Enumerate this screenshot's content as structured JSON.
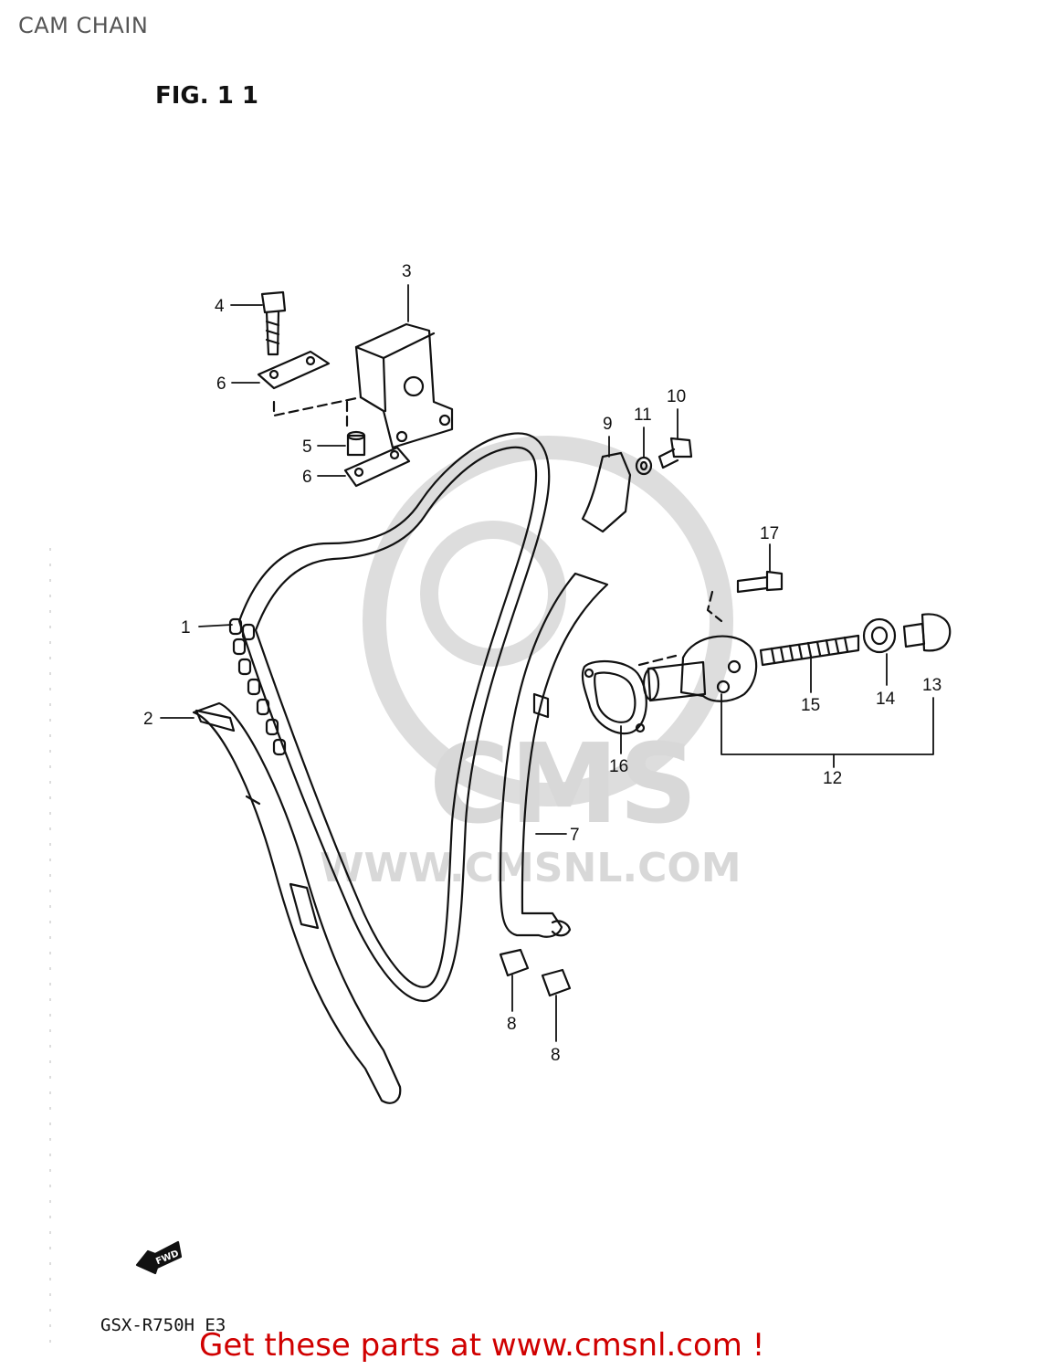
{
  "header": {
    "title": "CAM CHAIN"
  },
  "figure": {
    "label": "FIG. 1 1"
  },
  "footer": {
    "model": "GSX-R750H E3",
    "cta": "Get these parts at www.cmsnl.com !"
  },
  "watermark": {
    "text": "CMS",
    "url": "WWW.CMSNL.COM"
  },
  "fwd_badge": {
    "text": "FWD"
  },
  "callouts": [
    "1",
    "2",
    "3",
    "4",
    "5",
    "6",
    "6",
    "7",
    "8",
    "8",
    "9",
    "10",
    "11",
    "12",
    "13",
    "14",
    "15",
    "16",
    "17"
  ],
  "colors": {
    "line": "#111111",
    "watermark": "#d8d8d8",
    "cta": "#d00000"
  }
}
